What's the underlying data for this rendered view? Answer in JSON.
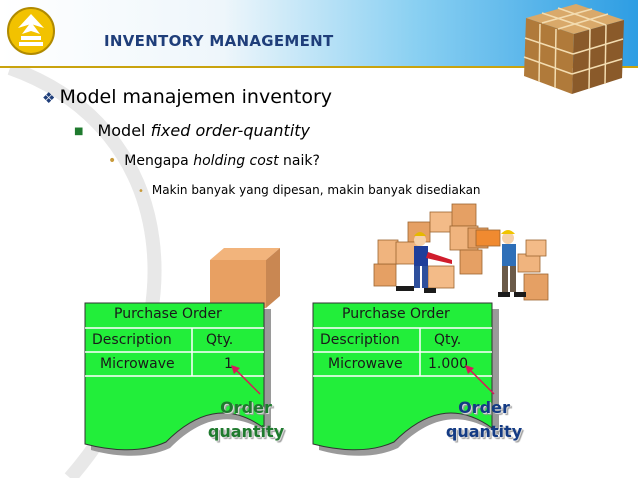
{
  "slide": {
    "title": "INVENTORY MANAGEMENT",
    "bullets": [
      {
        "level": 1,
        "text": "Model manajemen inventory"
      },
      {
        "level": 2,
        "text_pre": "Model ",
        "text_em": "fixed order-quantity"
      },
      {
        "level": 3,
        "text_pre": "Mengapa ",
        "text_em": "holding cost",
        "text_post": " naik?"
      },
      {
        "level": 4,
        "text": "Makin banyak yang dipesan, makin banyak disediakan"
      }
    ]
  },
  "purchase_orders": [
    {
      "title": "Purchase Order",
      "col1": "Description",
      "col2": "Qty.",
      "item": "Microwave",
      "qty": "1",
      "label_line1": "Order",
      "label_line2": "quantity"
    },
    {
      "title": "Purchase Order",
      "col1": "Description",
      "col2": "Qty.",
      "item": "Microwave",
      "qty": "1.000",
      "label_line1": "Order",
      "label_line2": "quantity"
    }
  ],
  "colors": {
    "title": "#1f3e7a",
    "form_fill": "#22ee3a",
    "label_green": "#1f7a2e",
    "label_blue": "#143b84",
    "arrow": "#d9185c"
  },
  "icons": [
    "logo-emblem",
    "photo-cube",
    "cardboard-box",
    "workers-with-boxes"
  ]
}
